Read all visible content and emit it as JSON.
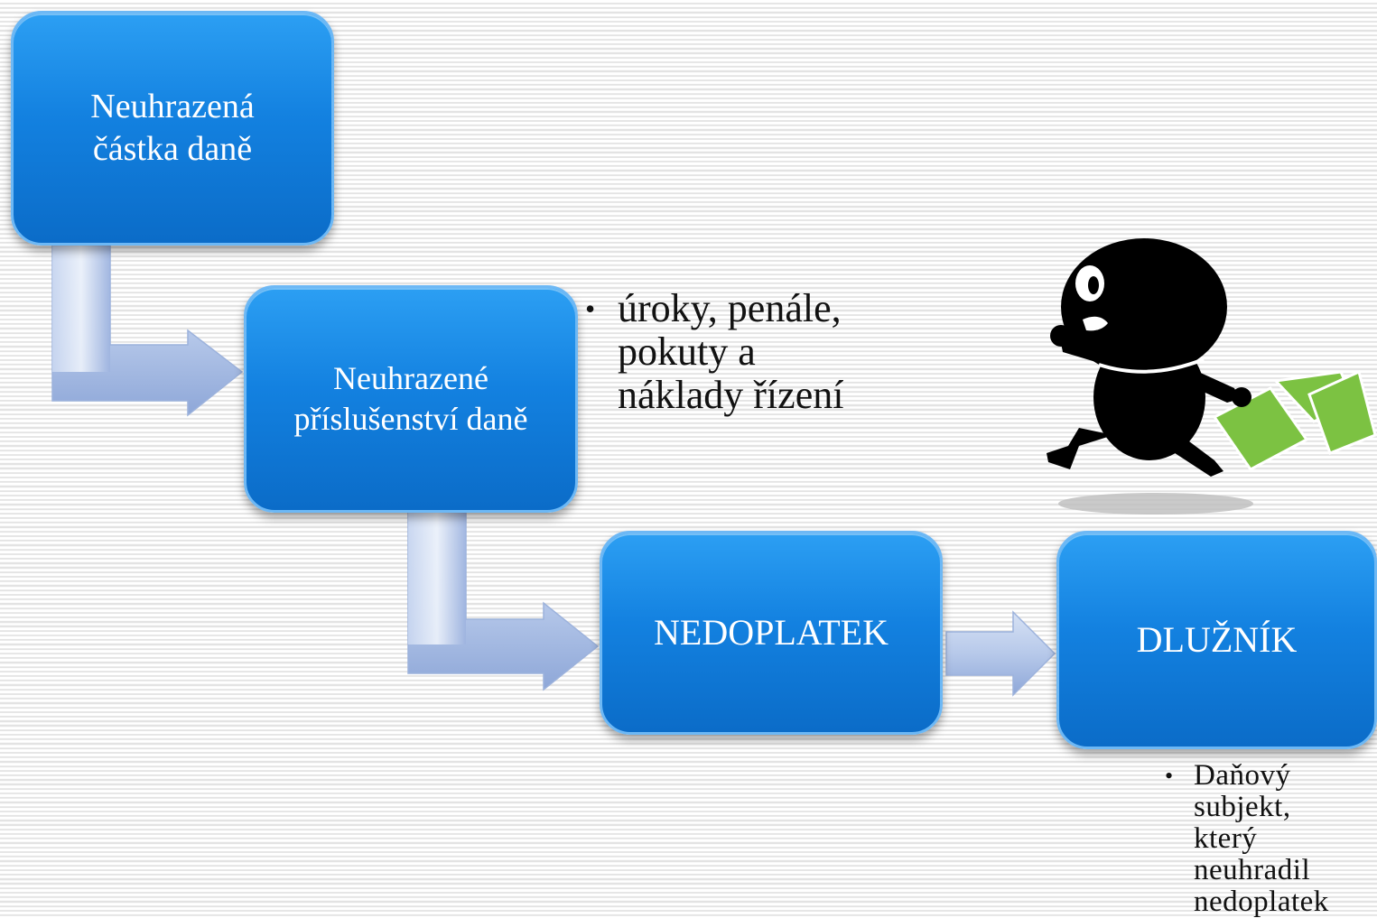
{
  "boxes": [
    {
      "id": "box1",
      "label": "Neuhrazená\nčástka daně"
    },
    {
      "id": "box2",
      "label": "Neuhrazené\npříslušenství daně"
    },
    {
      "id": "box3",
      "label": "NEDOPLATEK"
    },
    {
      "id": "box4",
      "label": "DLUŽNÍK"
    }
  ],
  "notes": {
    "accessories": "úroky, penále,\npokuty a\nnáklady řízení",
    "debtor": "Daňový\nsubjekt,\nkterý\nneuhradil\nnedoplatek"
  },
  "colors": {
    "box_fill": "#1381e0",
    "arrow_fill": "#a9bfe6",
    "runner_body": "#000000",
    "money": "#7cc242"
  },
  "icons": [
    "running-debtor-icon",
    "money-icon"
  ]
}
